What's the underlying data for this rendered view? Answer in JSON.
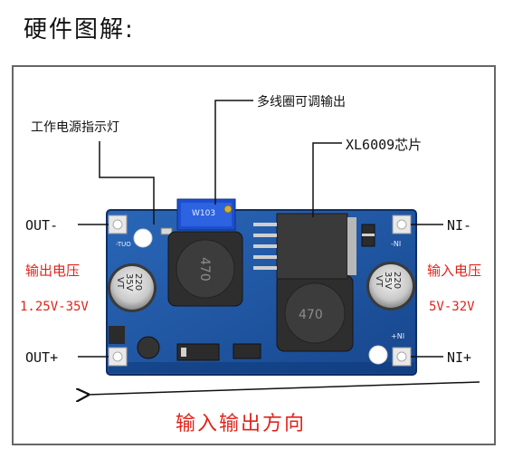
{
  "title": "硬件图解:",
  "labels": {
    "multi_turn": "多线圈可调输出",
    "power_led": "工作电源指示灯",
    "chip": "XL6009芯片",
    "out_minus": "OUT-",
    "out_plus": "OUT+",
    "in_minus": "NI-",
    "in_plus": "NI+",
    "output_voltage": "输出电压",
    "output_range": "1.25V-35V",
    "input_voltage": "输入电压",
    "input_range": "5V-32V",
    "direction": "输入输出方向"
  },
  "board_marks": {
    "pot_code": "W103",
    "inductor_left": "470",
    "inductor_right": "470",
    "cap_left_value": "220",
    "cap_left_rating": "35V",
    "cap_left_series": "VT",
    "cap_right_value": "220",
    "cap_right_rating": "35V",
    "cap_right_series": "VT",
    "pad_in_minus": "-NI",
    "pad_in_plus": "+NI",
    "pad_out_minus": "-TUO"
  },
  "colors": {
    "board": "#1f57a8",
    "accent_red": "#e0241b",
    "text": "#111111"
  }
}
